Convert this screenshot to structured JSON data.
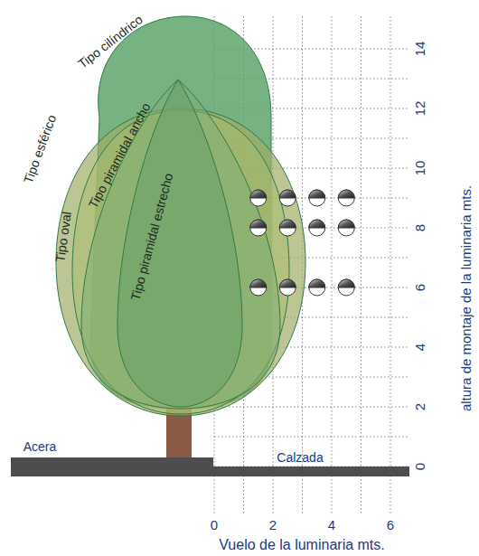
{
  "diagram": {
    "labels": [
      "Tipo cilíndrico",
      "Tipo esférico",
      "Tipo oval",
      "Tipo piramidal ancho",
      "Tipo piramidal estrecho",
      "altura de montaje de la luminaria mts.",
      "14",
      "12",
      "10",
      "8",
      "6",
      "4",
      "2",
      "0",
      "Acera",
      "Calzada",
      "0",
      "2",
      "4",
      "6",
      "Vuelo de la luminaria mts."
    ]
  }
}
